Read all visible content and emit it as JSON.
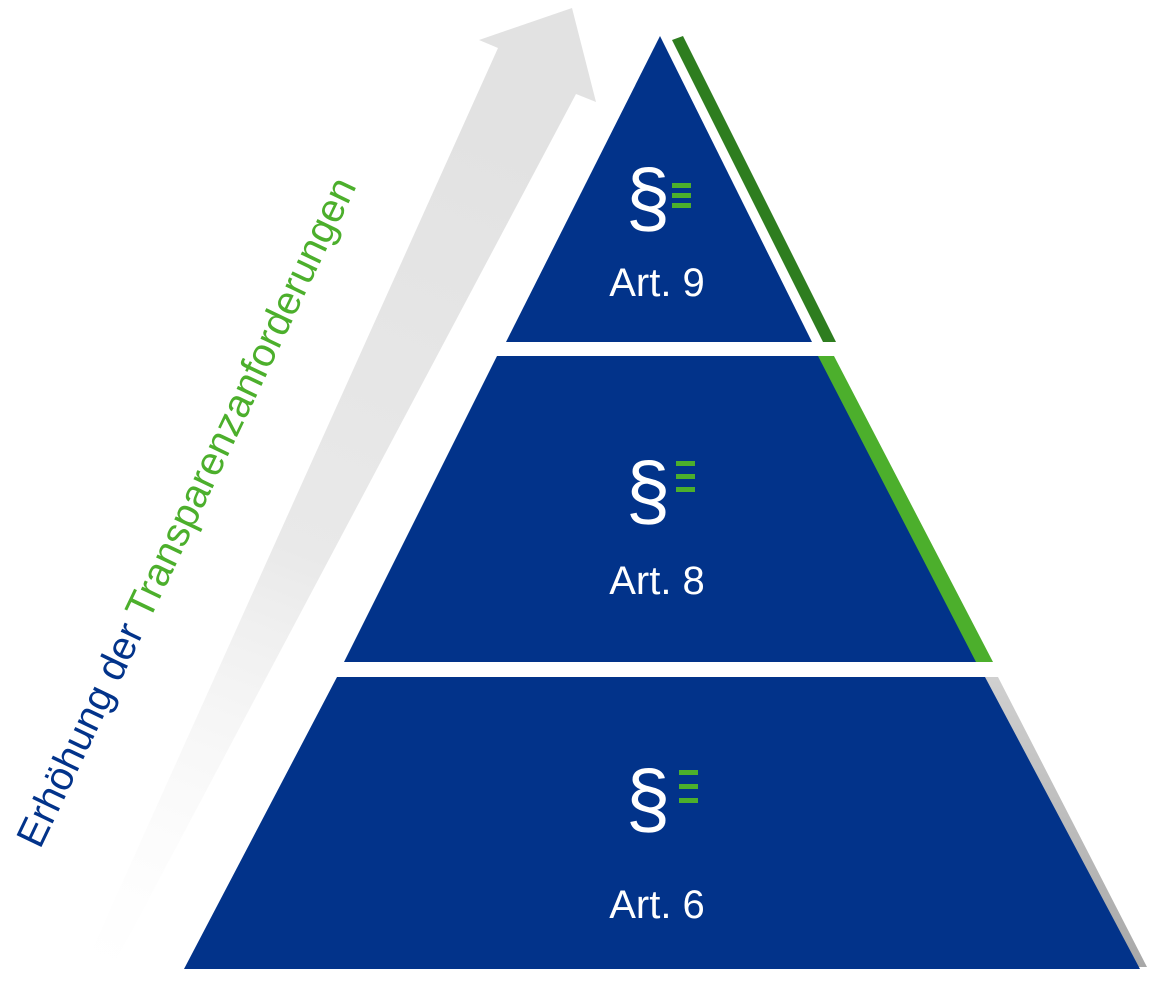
{
  "arrow_label": {
    "part1": "Erhöhung der ",
    "part2": "Transparenzanforderungen"
  },
  "tiers": [
    {
      "symbol": "§",
      "label": "Art. 9",
      "accent_color": "#2e7d1f"
    },
    {
      "symbol": "§",
      "label": "Art. 8",
      "accent_color": "#4caf2c"
    },
    {
      "symbol": "§",
      "label": "Art. 6",
      "accent_color": "#bdbdbd"
    }
  ],
  "colors": {
    "tier_fill": "#02338a",
    "text_white": "#ffffff",
    "label_blue": "#02338a",
    "label_green": "#4caf2c",
    "arrow_gray": "#e6e6e6",
    "icon_lines_green": "#4caf2c"
  },
  "icons": {
    "tier_icon": "paragraph-with-lines-icon",
    "arrow": "upward-arrow"
  }
}
